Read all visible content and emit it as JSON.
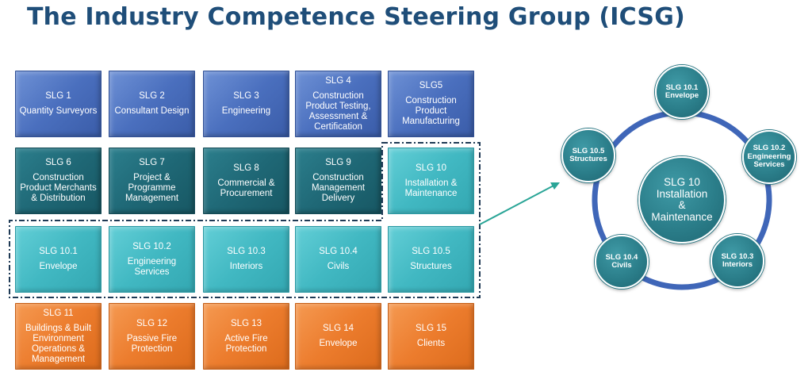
{
  "title": "The Industry Competence Steering Group (ICSG)",
  "grid": {
    "rows": [
      [
        {
          "code": "SLG 1",
          "label": "Quantity Surveyors",
          "color": "blue"
        },
        {
          "code": "SLG 2",
          "label": "Consultant Design",
          "color": "blue"
        },
        {
          "code": "SLG 3",
          "label": "Engineering",
          "color": "blue"
        },
        {
          "code": "SLG 4",
          "label": "Construction Product Testing, Assessment & Certification",
          "color": "blue"
        },
        {
          "code": "SLG5",
          "label": "Construction Product Manufacturing",
          "color": "blue"
        }
      ],
      [
        {
          "code": "SLG 6",
          "label": "Construction Product Merchants & Distribution",
          "color": "teal"
        },
        {
          "code": "SLG 7",
          "label": "Project & Programme Management",
          "color": "teal"
        },
        {
          "code": "SLG 8",
          "label": "Commercial & Procurement",
          "color": "teal"
        },
        {
          "code": "SLG 9",
          "label": "Construction Management Delivery",
          "color": "teal"
        },
        {
          "code": "SLG 10",
          "label": "Installation & Maintenance",
          "color": "cyan"
        }
      ],
      [
        {
          "code": "SLG 10.1",
          "label": "Envelope",
          "color": "cyan"
        },
        {
          "code": "SLG 10.2",
          "label": "Engineering Services",
          "color": "cyan"
        },
        {
          "code": "SLG 10.3",
          "label": "Interiors",
          "color": "cyan"
        },
        {
          "code": "SLG 10.4",
          "label": "Civils",
          "color": "cyan"
        },
        {
          "code": "SLG 10.5",
          "label": "Structures",
          "color": "cyan"
        }
      ],
      [
        {
          "code": "SLG 11",
          "label": "Buildings & Built Environment Operations & Management",
          "color": "orange"
        },
        {
          "code": "SLG 12",
          "label": "Passive Fire Protection",
          "color": "orange"
        },
        {
          "code": "SLG 13",
          "label": "Active Fire Protection",
          "color": "orange"
        },
        {
          "code": "SLG 14",
          "label": "Envelope",
          "color": "orange"
        },
        {
          "code": "SLG 15",
          "label": "Clients",
          "color": "orange"
        }
      ]
    ]
  },
  "cycle": {
    "center": {
      "line1": "SLG 10",
      "line2": "Installation",
      "line3": "&",
      "line4": "Maintenance"
    },
    "nodes": [
      {
        "code": "SLG 10.1",
        "label": "Envelope"
      },
      {
        "code": "SLG 10.2",
        "label": "Engineering Services"
      },
      {
        "code": "SLG 10.3",
        "label": "Interiors"
      },
      {
        "code": "SLG 10.4",
        "label": "Civils"
      },
      {
        "code": "SLG 10.5",
        "label": "Structures"
      }
    ]
  },
  "colors": {
    "title": "#1f4e79",
    "blue": "#4a6fbe",
    "teal": "#1f6876",
    "cyan": "#41b8c2",
    "orange": "#ec7c2d",
    "ring": "#3f66b8",
    "connector": "#2aa597"
  }
}
